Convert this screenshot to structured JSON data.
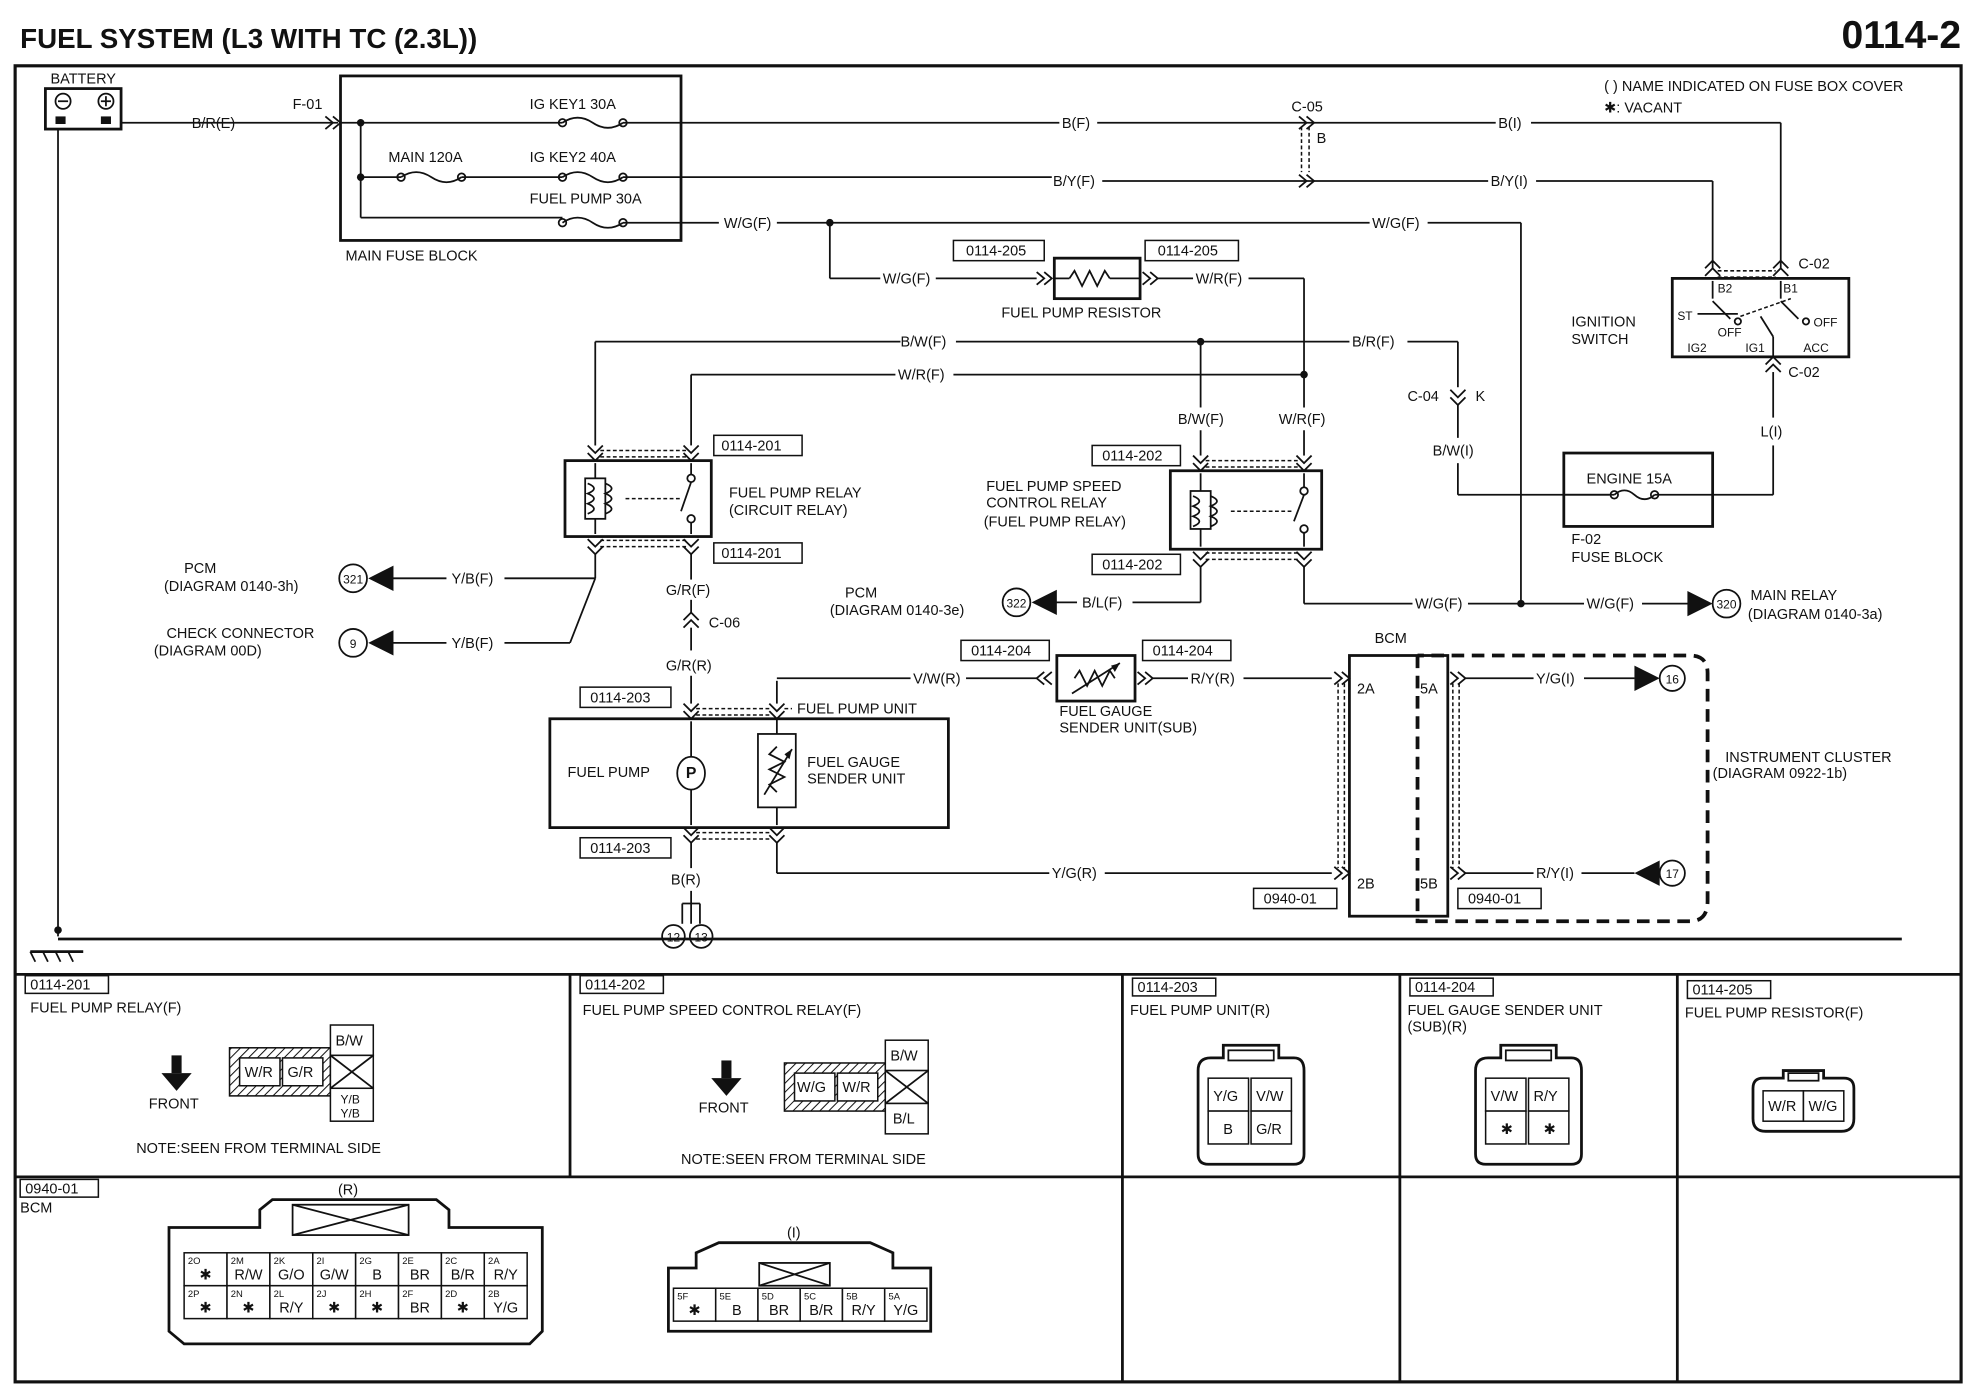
{
  "header": {
    "title": "FUEL SYSTEM (L3 WITH TC (2.3L))",
    "page_number": "0114-2"
  },
  "notes": {
    "name_indicated": "( ) NAME INDICATED ON FUSE BOX COVER",
    "vacant": "✱: VACANT"
  },
  "battery": {
    "label": "BATTERY",
    "wire": "B/R(E)"
  },
  "main_fuse_block": {
    "connector": "F-01",
    "label": "MAIN FUSE BLOCK",
    "fuses": {
      "ig_key1": "IG KEY1 30A",
      "main": "MAIN 120A",
      "ig_key2": "IG KEY2 40A",
      "fuel_pump": "FUEL PUMP 30A"
    }
  },
  "c05": {
    "connector": "C-05",
    "pin": "B"
  },
  "wires": {
    "b_f": "B(F)",
    "b_i": "B(I)",
    "by_f": "B/Y(F)",
    "by_i": "B/Y(I)",
    "wg_f_top": "W/G(F)",
    "wg_f_top2": "W/G(F)",
    "wg_f_res": "W/G(F)",
    "wr_f_res": "W/R(F)",
    "bw_f": "B/W(F)",
    "br_f": "B/R(F)",
    "wr_f": "W/R(F)",
    "bw_f_v": "B/W(F)",
    "wr_f_v": "W/R(F)",
    "bw_i": "B/W(I)",
    "l_i": "L(I)",
    "yb_f_pcm": "Y/B(F)",
    "yb_f_chk": "Y/B(F)",
    "gr_f": "G/R(F)",
    "gr_r": "G/R(R)",
    "bl_f": "B/L(F)",
    "wg_f_mid": "W/G(F)",
    "wg_f_mid2": "W/G(F)",
    "vw_r": "V/W(R)",
    "ry_r": "R/Y(R)",
    "yg_i": "Y/G(I)",
    "yg_r": "Y/G(R)",
    "ry_i": "R/Y(I)",
    "b_r": "B(R)"
  },
  "c04": {
    "connector": "C-04",
    "pin": "K"
  },
  "c06": {
    "connector": "C-06"
  },
  "ignition_switch": {
    "label_1": "IGNITION",
    "label_2": "SWITCH",
    "connector_top": "C-02",
    "connector_bottom": "C-02",
    "pins": {
      "b2": "B2",
      "b1": "B1",
      "st": "ST",
      "ig2": "IG2",
      "ig1": "IG1",
      "acc": "ACC",
      "off_l": "OFF",
      "off_r": "OFF"
    }
  },
  "engine_fuse": {
    "label": "ENGINE 15A",
    "connector": "F-02",
    "block": "FUSE BLOCK"
  },
  "fuel_pump_resistor": {
    "ref_left": "0114-205",
    "ref_right": "0114-205",
    "label": "FUEL PUMP RESISTOR"
  },
  "fuel_pump_relay": {
    "ref_top": "0114-201",
    "ref_bottom": "0114-201",
    "label_1": "FUEL PUMP RELAY",
    "label_2": "(CIRCUIT RELAY)"
  },
  "speed_relay": {
    "ref_top": "0114-202",
    "ref_bottom": "0114-202",
    "label_1": "FUEL PUMP SPEED",
    "label_2": "CONTROL RELAY",
    "label_3": "(FUEL PUMP RELAY)"
  },
  "pcm_1": {
    "label_1": "PCM",
    "label_2": "(DIAGRAM 0140-3h)",
    "terminal": "321"
  },
  "check_connector": {
    "label_1": "CHECK CONNECTOR",
    "label_2": "(DIAGRAM 00D)",
    "terminal": "9"
  },
  "pcm_2": {
    "label_1": "PCM",
    "label_2": "(DIAGRAM 0140-3e)",
    "terminal": "322"
  },
  "main_relay": {
    "label_1": "MAIN RELAY",
    "label_2": "(DIAGRAM 0140-3a)",
    "terminal": "320"
  },
  "fuel_pump_unit": {
    "ref_top": "0114-203",
    "ref_bottom": "0114-203",
    "label": "FUEL PUMP UNIT",
    "pump": "FUEL PUMP",
    "pump_symbol": "P",
    "sender_1": "FUEL GAUGE",
    "sender_2": "SENDER UNIT"
  },
  "sender_sub": {
    "ref_left": "0114-204",
    "ref_right": "0114-204",
    "label_1": "FUEL GAUGE",
    "label_2": "SENDER UNIT(SUB)"
  },
  "bcm": {
    "label": "BCM",
    "pin_2a": "2A",
    "pin_5a": "5A",
    "pin_2b": "2B",
    "pin_5b": "5B",
    "ref_left": "0940-01",
    "ref_right": "0940-01"
  },
  "instrument_cluster": {
    "label_1": "INSTRUMENT CLUSTER",
    "label_2": "(DIAGRAM 0922-1b)",
    "terminal_16": "16",
    "terminal_17": "17"
  },
  "ground": {
    "terminal_12": "12",
    "terminal_13": "13"
  },
  "panels": {
    "p201": {
      "ref": "0114-201",
      "title": "FUEL PUMP RELAY(F)",
      "front": "FRONT",
      "note": "NOTE:SEEN FROM TERMINAL SIDE",
      "pins": {
        "wr": "W/R",
        "gr": "G/R",
        "bw": "B/W",
        "yb1": "Y/B",
        "yb2": "Y/B"
      }
    },
    "p202": {
      "ref": "0114-202",
      "title": "FUEL PUMP SPEED CONTROL RELAY(F)",
      "front": "FRONT",
      "note": "NOTE:SEEN FROM TERMINAL SIDE",
      "pins": {
        "wg": "W/G",
        "wr": "W/R",
        "bw": "B/W",
        "bl": "B/L"
      }
    },
    "p203": {
      "ref": "0114-203",
      "title": "FUEL PUMP UNIT(R)",
      "pins": {
        "yg": "Y/G",
        "vw": "V/W",
        "b": "B",
        "gr": "G/R"
      }
    },
    "p204": {
      "ref": "0114-204",
      "title_1": "FUEL GAUGE SENDER UNIT",
      "title_2": "(SUB)(R)",
      "pins": {
        "vw": "V/W",
        "ry": "R/Y",
        "v1": "✱",
        "v2": "✱"
      }
    },
    "p205": {
      "ref": "0114-205",
      "title": "FUEL PUMP RESISTOR(F)",
      "pins": {
        "wr": "W/R",
        "wg": "W/G"
      }
    },
    "p0940": {
      "ref": "0940-01",
      "title": "BCM",
      "conn_r": "(R)",
      "conn_i": "(I)",
      "r_top_ids": [
        "2O",
        "2M",
        "2K",
        "2I",
        "2G",
        "2E",
        "2C",
        "2A"
      ],
      "r_top_vals": [
        "✱",
        "R/W",
        "G/O",
        "G/W",
        "B",
        "BR",
        "B/R",
        "R/Y"
      ],
      "r_bot_ids": [
        "2P",
        "2N",
        "2L",
        "2J",
        "2H",
        "2F",
        "2D",
        "2B"
      ],
      "r_bot_vals": [
        "✱",
        "✱",
        "R/Y",
        "✱",
        "✱",
        "BR",
        "✱",
        "Y/G"
      ],
      "i_ids": [
        "5F",
        "5E",
        "5D",
        "5C",
        "5B",
        "5A"
      ],
      "i_vals": [
        "✱",
        "B",
        "BR",
        "B/R",
        "R/Y",
        "Y/G"
      ]
    }
  }
}
